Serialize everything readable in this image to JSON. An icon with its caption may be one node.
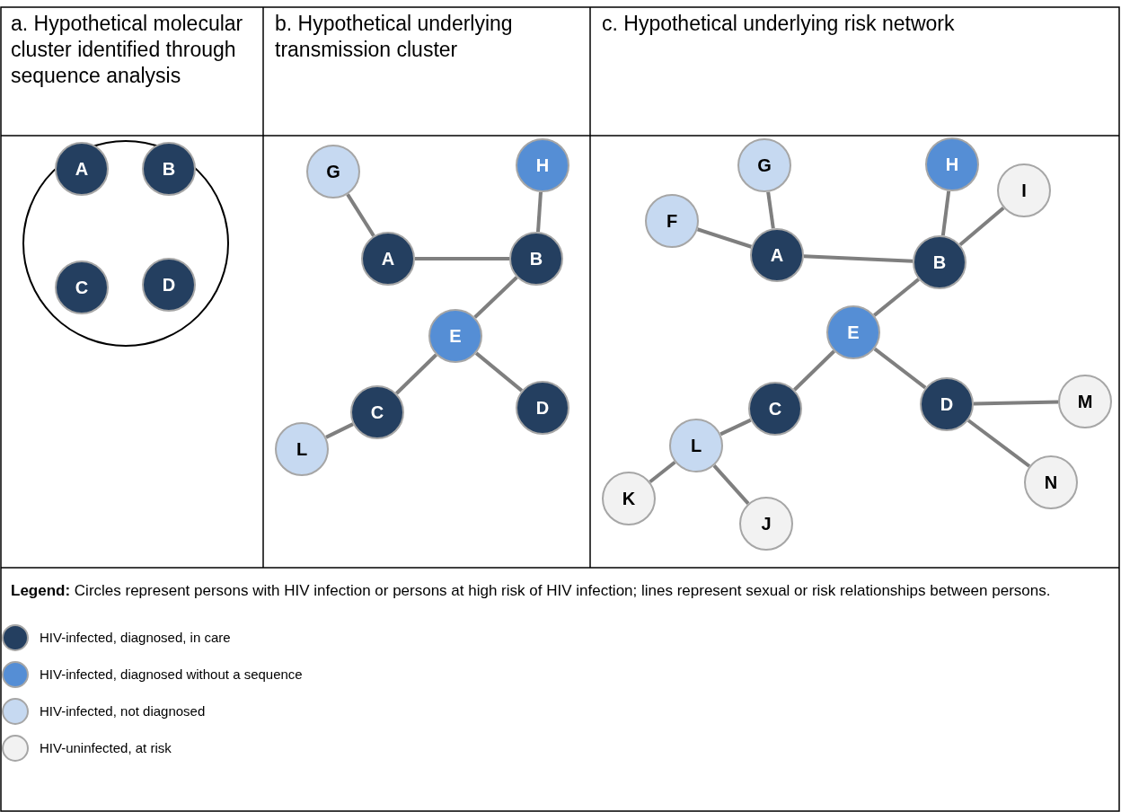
{
  "diagram": {
    "nodes": [
      {
        "text": [],
        "shape": "circle"
      },
      {
        "text": [
          "A"
        ],
        "in": 0
      },
      {
        "text": [
          "B"
        ],
        "in": 0
      },
      {
        "text": [
          "C"
        ],
        "in": 0
      },
      {
        "text": [
          "D"
        ],
        "in": 0
      },
      {
        "text": [
          "G"
        ]
      },
      {
        "text": [
          "H"
        ]
      },
      {
        "text": [
          "A"
        ]
      },
      {
        "text": [
          "B"
        ]
      },
      {
        "text": [
          "E"
        ]
      },
      {
        "text": [
          "C"
        ]
      },
      {
        "text": [
          "D"
        ]
      },
      {
        "text": [
          "L"
        ]
      },
      {
        "text": [
          "G"
        ]
      },
      {
        "text": [
          "H"
        ]
      },
      {
        "text": [
          "I"
        ]
      },
      {
        "text": [
          "F"
        ]
      },
      {
        "text": [
          "A"
        ]
      },
      {
        "text": [
          "B"
        ]
      },
      {
        "text": [
          "E"
        ]
      },
      {
        "text": [
          "C"
        ]
      },
      {
        "text": [
          "D"
        ]
      },
      {
        "text": [
          "M"
        ]
      },
      {
        "text": [
          "L"
        ]
      },
      {
        "text": [
          "N"
        ]
      },
      {
        "text": [
          "K"
        ]
      },
      {
        "text": [
          "J"
        ]
      }
    ],
    "edges": [
      {
        "from": 5,
        "to": 7,
        "arrow": "none"
      },
      {
        "from": 6,
        "to": 8,
        "arrow": "none"
      },
      {
        "from": 7,
        "to": 8,
        "arrow": "none"
      },
      {
        "from": 8,
        "to": 9,
        "arrow": "none"
      },
      {
        "from": 9,
        "to": 10,
        "arrow": "none"
      },
      {
        "from": 9,
        "to": 11,
        "arrow": "none"
      },
      {
        "from": 10,
        "to": 12,
        "arrow": "none"
      },
      {
        "from": 13,
        "to": 17,
        "arrow": "none"
      },
      {
        "from": 16,
        "to": 17,
        "arrow": "none"
      },
      {
        "from": 17,
        "to": 18,
        "arrow": "none"
      },
      {
        "from": 14,
        "to": 18,
        "arrow": "none"
      },
      {
        "from": 15,
        "to": 18,
        "arrow": "none"
      },
      {
        "from": 18,
        "to": 19,
        "arrow": "none"
      },
      {
        "from": 19,
        "to": 20,
        "arrow": "none"
      },
      {
        "from": 19,
        "to": 21,
        "arrow": "none"
      },
      {
        "from": 21,
        "to": 22,
        "arrow": "none"
      },
      {
        "from": 21,
        "to": 24,
        "arrow": "none"
      },
      {
        "from": 20,
        "to": 23,
        "arrow": "none"
      },
      {
        "from": 23,
        "to": 25,
        "arrow": "none"
      },
      {
        "from": 23,
        "to": 26,
        "arrow": "none"
      }
    ],
    "labels": [
      "a. Hypothetical molecular cluster identified through sequence analysis",
      "b. Hypothetical underlying transmission cluster",
      "c. Hypothetical underlying risk network",
      "**Legend:** Circles represent persons with HIV infection or persons at high risk of HIV infection; lines represent sexual or risk relationships between persons."
    ],
    "legend": [
      {
        "text": "HIV-infected, diagnosed, in care",
        "color": "#243f60"
      },
      {
        "text": "HIV-infected, diagnosed without a sequence",
        "color": "#558ed5"
      },
      {
        "text": "HIV-infected, not diagnosed",
        "color": "#c6d9f1"
      },
      {
        "text": "HIV-uninfected, at risk",
        "color": "#f2f2f2"
      }
    ]
  }
}
